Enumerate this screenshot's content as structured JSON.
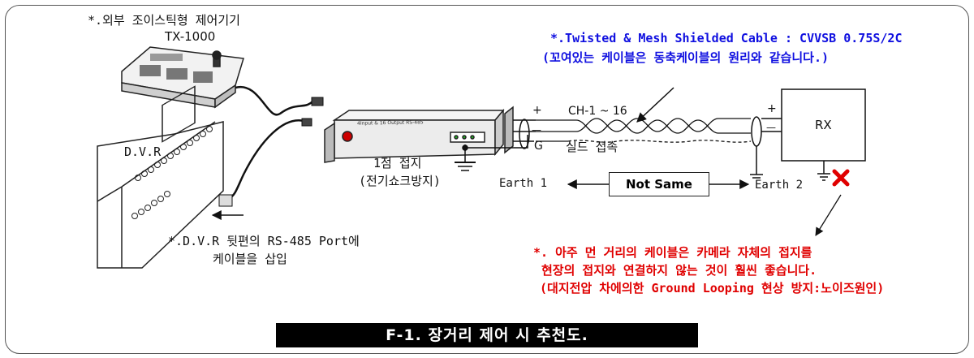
{
  "title": "F-1. 장거리 제어 시 추천도.",
  "controller": {
    "label": "*.외부 조이스틱형 제어기기",
    "model": "TX-1000"
  },
  "dvr": {
    "label": "D.V.R",
    "note_line1": "*.D.V.R 뒷편의 RS-485 Port에",
    "note_line2": "케이블을 삽입"
  },
  "distributor": {
    "label": "4Input & 16 Output RS-485"
  },
  "cable": {
    "spec": "*.Twisted & Mesh Shielded Cable : CVVSB 0.75S/2C",
    "note": "(꼬여있는 케이블은 동축케이블의 원리와 같습니다.)",
    "channel": "CH-1 ~ 16",
    "shield": "실드 접속"
  },
  "terminals": {
    "plus": "+",
    "minus": "—",
    "ground": "G"
  },
  "grounding": {
    "point_line1": "1점 접지",
    "point_line2": "(전기쇼크방지)",
    "earth1": "Earth 1",
    "not_same": "Not Same",
    "earth2": "Earth 2"
  },
  "receiver": {
    "label": "RX"
  },
  "warning": {
    "line1": "*. 아주 먼 거리의 케이블은 카메라 자체의 접지를",
    "line2": "현장의 접지와 연결하지 않는 것이 훨씬 좋습니다.",
    "line3": "(대지전압 차에의한 Ground Looping 현상 방지:노이즈원인)"
  },
  "colors": {
    "accent_blue": "#1010e0",
    "warning_red": "#e00000",
    "banner_bg": "#000000"
  }
}
